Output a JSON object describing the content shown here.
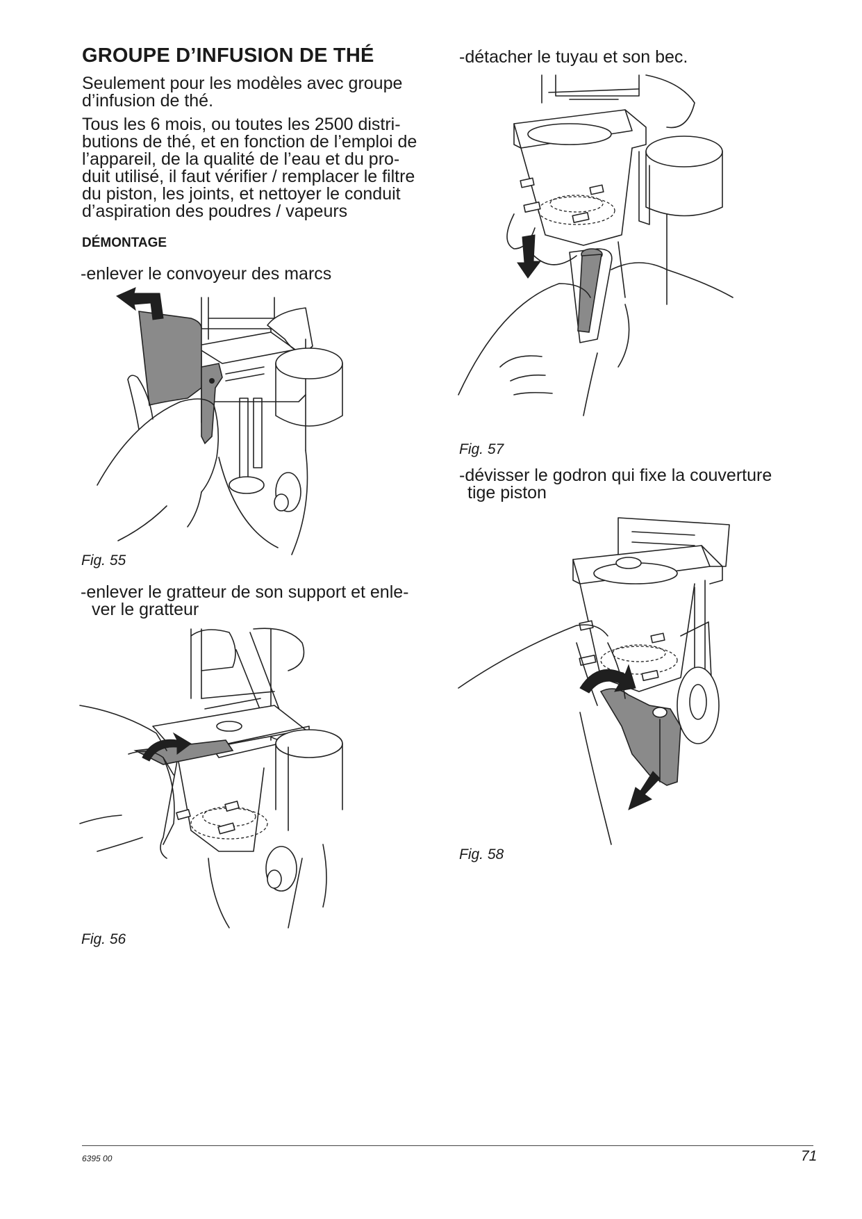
{
  "title": "GROUPE D’INFUSION DE THÉ",
  "intro": {
    "p1_l1": "Seulement pour les modèles avec groupe",
    "p1_l2": "d’infusion de thé.",
    "p2_l1": "Tous les 6 mois, ou toutes les 2500 distri-",
    "p2_l2": "butions de thé, et en fonction de l’emploi de",
    "p2_l3": "l’appareil, de la qualité de l’eau et du pro-",
    "p2_l4": "duit utilisé, il faut vérifier / remplacer le filtre",
    "p2_l5": "du piston, les joints, et nettoyer le conduit",
    "p2_l6": "d’aspiration des poudres / vapeurs"
  },
  "section_heading": "DÉMONTAGE",
  "steps": {
    "s1": "-enlever le convoyeur des marcs",
    "s2_l1": "-enlever le gratteur de son support et enle-",
    "s2_l2": "ver le gratteur",
    "s3": "-détacher le tuyau et son bec.",
    "s4_l1": "-dévisser le godron qui fixe la couverture",
    "s4_l2": "tige piston"
  },
  "figures": {
    "fig55": "Fig. 55",
    "fig56": "Fig. 56",
    "fig57": "Fig. 57",
    "fig58": "Fig. 58"
  },
  "footer": {
    "code": "6395 00",
    "page": "71"
  },
  "colors": {
    "text": "#1a1a1a",
    "highlight_part": "#8a8a8a",
    "rule": "#444444"
  }
}
